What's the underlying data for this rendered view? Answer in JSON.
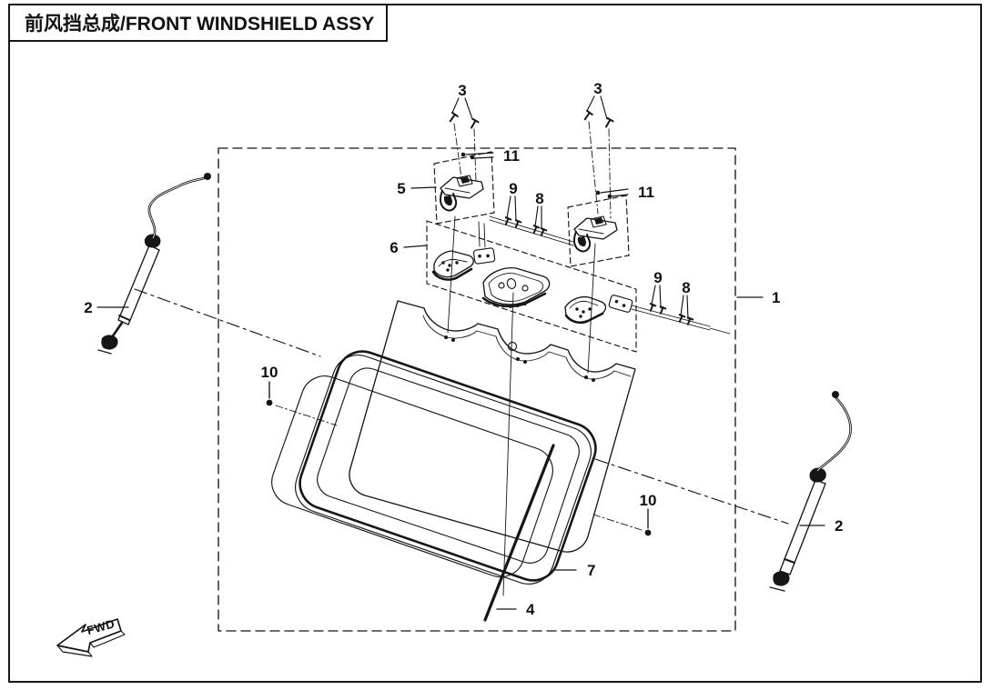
{
  "title": "前风挡总成/FRONT WINDSHIELD ASSY",
  "direction_marker": "FWD",
  "callouts": {
    "1": "1",
    "2": "2",
    "3": "3",
    "4": "4",
    "5": "5",
    "6": "6",
    "7": "7",
    "8": "8",
    "9": "9",
    "10": "10",
    "11": "11"
  },
  "colors": {
    "line": "#161616",
    "background": "#ffffff"
  }
}
